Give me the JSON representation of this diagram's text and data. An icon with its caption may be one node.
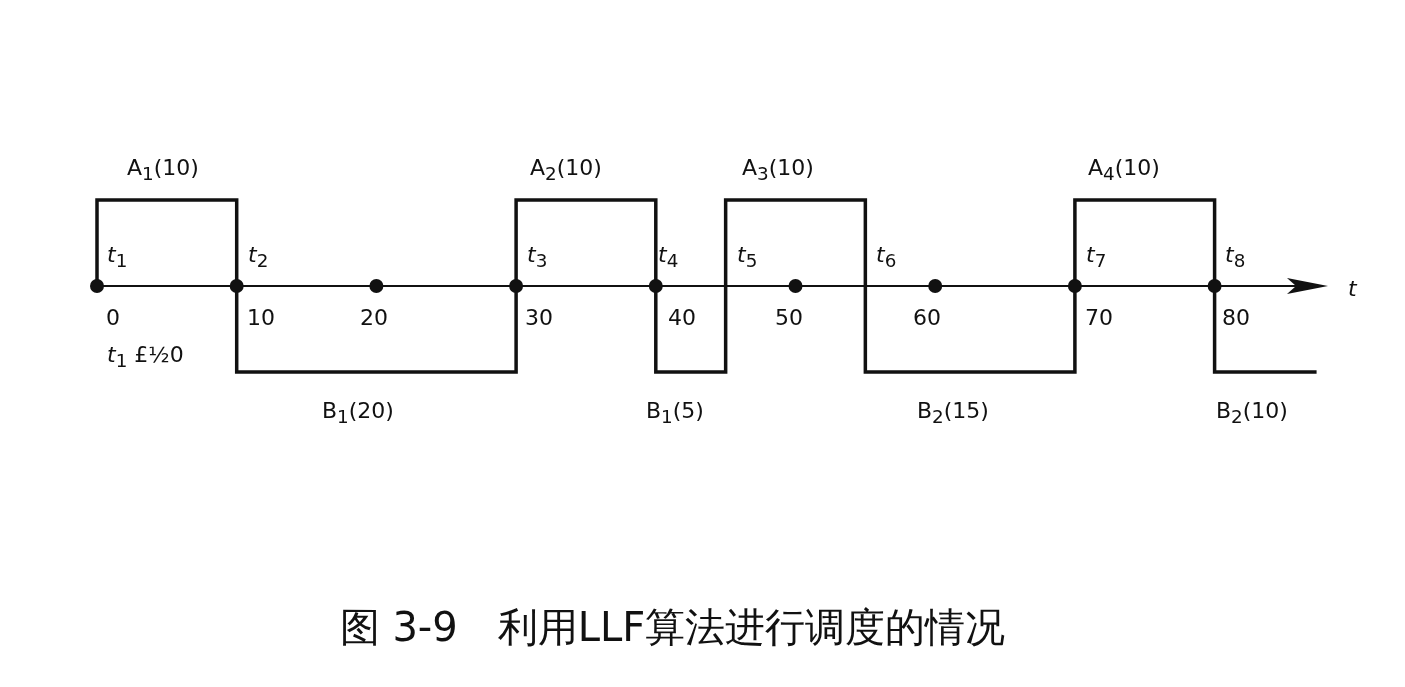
{
  "diagram": {
    "caption": "图 3-9　利用LLF算法进行调度的情况",
    "labels": [
      "A$_{1}$(10)",
      "A$_{2}$(10)",
      "A$_{3}$(10)",
      "A$_{4}$(10)",
      "*t*$_{1}$",
      "*t*$_{2}$",
      "*t*$_{3}$",
      "*t*$_{4}$",
      "*t*$_{5}$",
      "*t*$_{6}$",
      "*t*$_{7}$",
      "*t*$_{8}$",
      "*t*",
      "0",
      "10",
      "20",
      "30",
      "40",
      "50",
      "60",
      "70",
      "80",
      "*t*$_{1}$ £½0",
      "B$_{1}$(20)",
      "B$_{1}$(5)",
      "B$_{2}$(15)",
      "B$_{2}$(10)"
    ]
  }
}
